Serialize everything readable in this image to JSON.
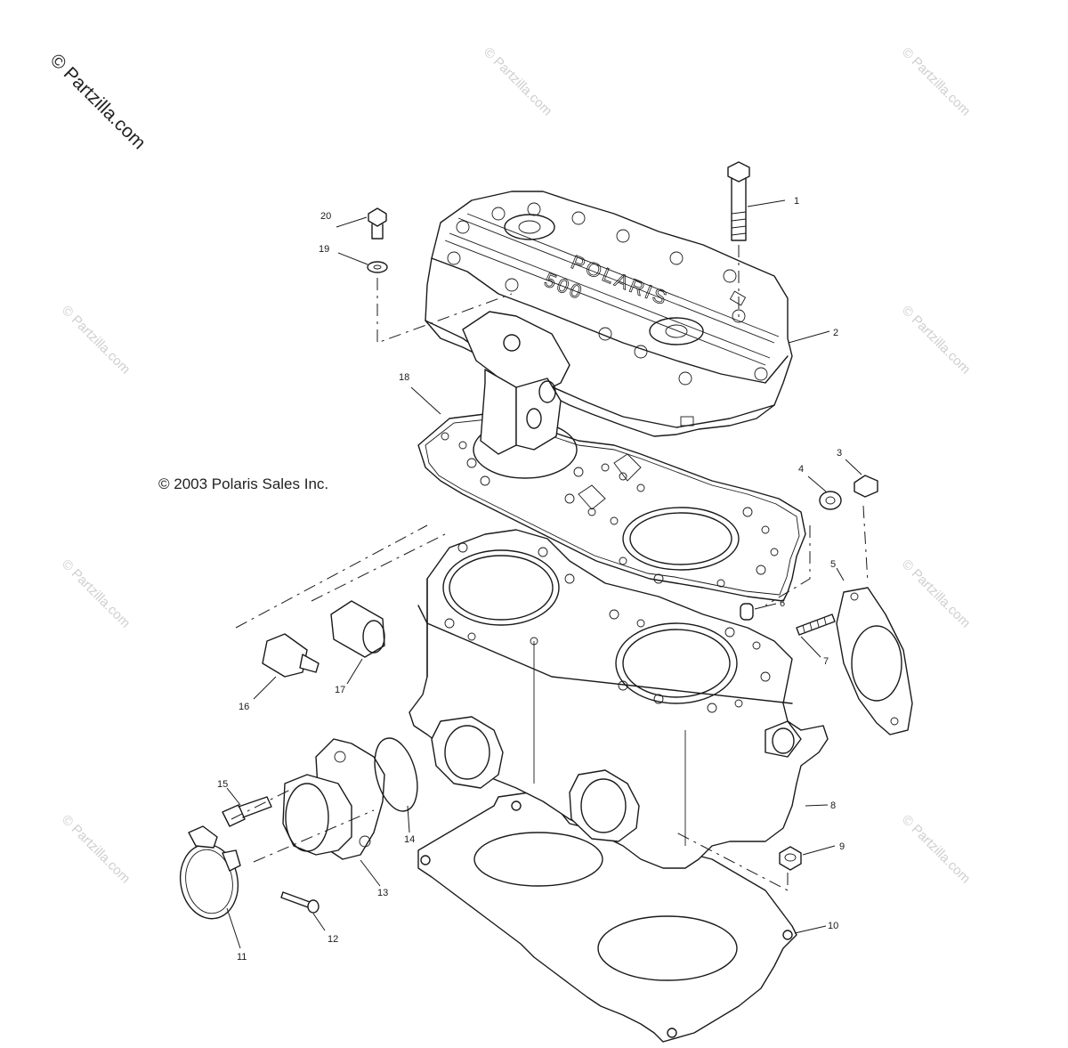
{
  "watermark": {
    "main_text": "© Partzilla.com",
    "tile_text": "© Partzilla.com"
  },
  "copyright": "© 2003 Polaris Sales Inc.",
  "cylinder_head_text": {
    "brand": "POLARIS",
    "model": "500"
  },
  "callouts": [
    "1",
    "2",
    "3",
    "4",
    "5",
    "6",
    "7",
    "8",
    "9",
    "10",
    "11",
    "12",
    "13",
    "14",
    "15",
    "16",
    "17",
    "18",
    "19",
    "20"
  ],
  "colors": {
    "ink": "#1a1a1a",
    "watermark": "#cfcfcf",
    "background": "#ffffff"
  }
}
